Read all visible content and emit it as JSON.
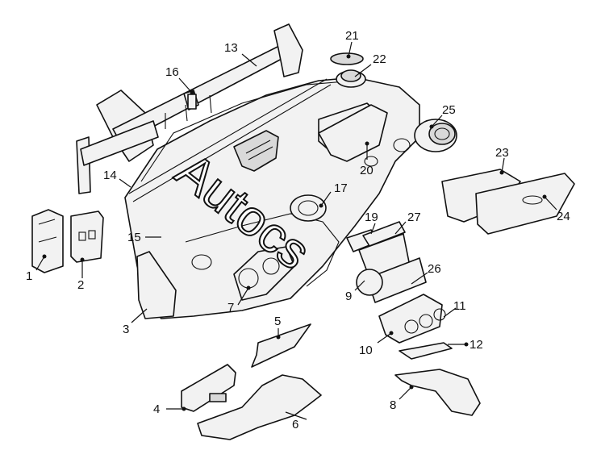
{
  "callouts": [
    {
      "id": "c1",
      "label": "1"
    },
    {
      "id": "c2",
      "label": "2"
    },
    {
      "id": "c3",
      "label": "3"
    },
    {
      "id": "c4",
      "label": "4"
    },
    {
      "id": "c5",
      "label": "5"
    },
    {
      "id": "c6",
      "label": "6"
    },
    {
      "id": "c7",
      "label": "7"
    },
    {
      "id": "c8",
      "label": "8"
    },
    {
      "id": "c9",
      "label": "9"
    },
    {
      "id": "c10",
      "label": "10"
    },
    {
      "id": "c11",
      "label": "11"
    },
    {
      "id": "c12",
      "label": "12"
    },
    {
      "id": "c13",
      "label": "13"
    },
    {
      "id": "c14",
      "label": "14"
    },
    {
      "id": "c15",
      "label": "15"
    },
    {
      "id": "c16",
      "label": "16"
    },
    {
      "id": "c17",
      "label": "17"
    },
    {
      "id": "c19",
      "label": "19"
    },
    {
      "id": "c20",
      "label": "20"
    },
    {
      "id": "c21",
      "label": "21"
    },
    {
      "id": "c22",
      "label": "22"
    },
    {
      "id": "c23",
      "label": "23"
    },
    {
      "id": "c24",
      "label": "24"
    },
    {
      "id": "c25",
      "label": "25"
    },
    {
      "id": "c26",
      "label": "26"
    },
    {
      "id": "c27",
      "label": "27"
    }
  ],
  "watermark": {
    "text": "Autocs"
  }
}
